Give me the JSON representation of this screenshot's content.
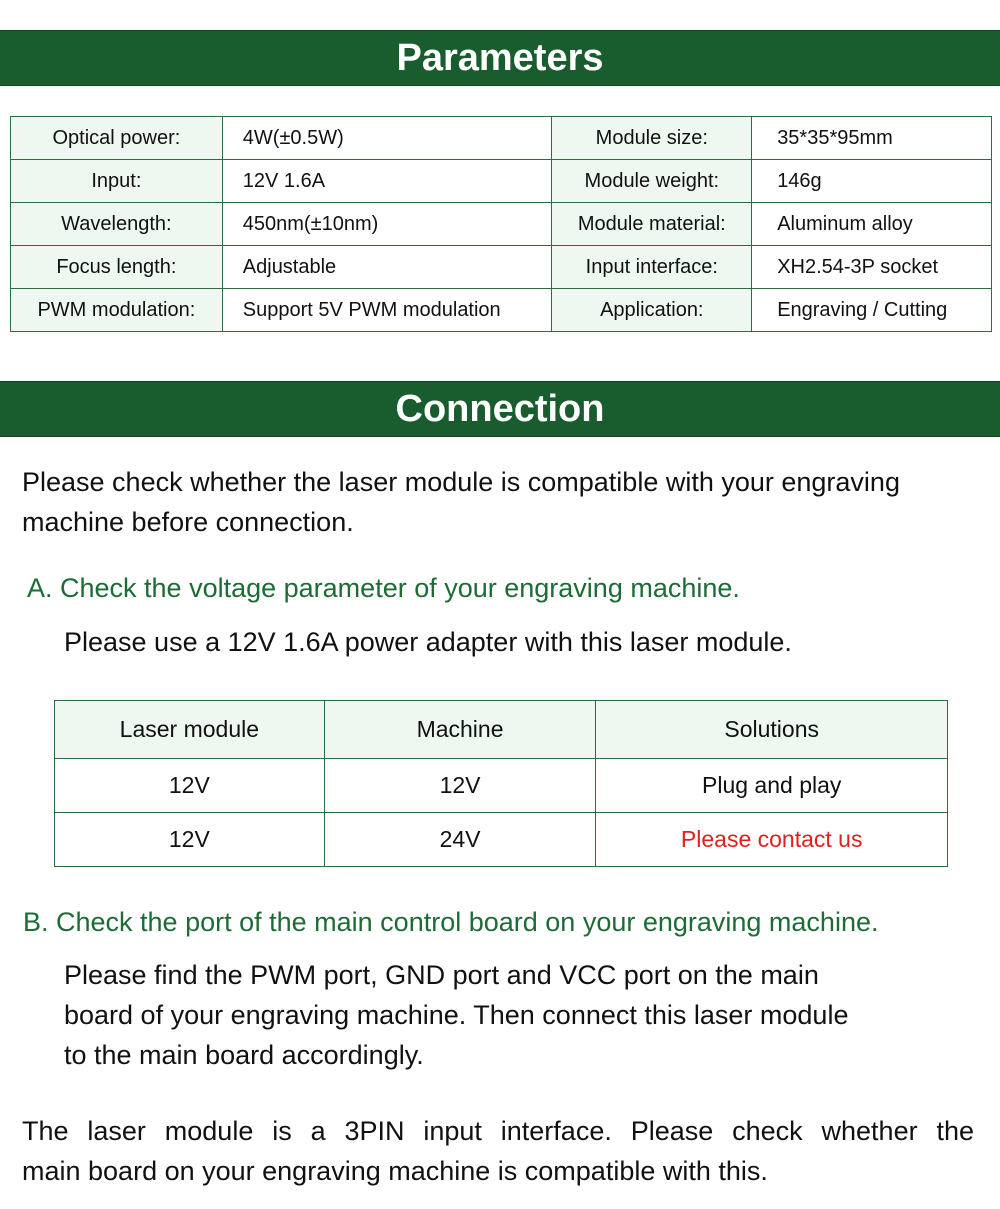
{
  "sections": {
    "parameters_title": "Parameters",
    "connection_title": "Connection"
  },
  "parameters": {
    "rows": [
      {
        "label1": "Optical power:",
        "value1": "4W(±0.5W)",
        "label2": "Module size:",
        "value2": "35*35*95mm"
      },
      {
        "label1": "Input:",
        "value1": "12V 1.6A",
        "label2": "Module weight:",
        "value2": "146g"
      },
      {
        "label1": "Wavelength:",
        "value1": "450nm(±10nm)",
        "label2": "Module material:",
        "value2": "Aluminum alloy"
      },
      {
        "label1": "Focus length:",
        "value1": "Adjustable",
        "label2": "Input interface:",
        "value2": "XH2.54-3P socket"
      },
      {
        "label1": "PWM modulation:",
        "value1": "Support 5V PWM modulation",
        "label2": "Application:",
        "value2": "Engraving / Cutting"
      }
    ]
  },
  "connection": {
    "intro_line1": "Please check whether the laser module is compatible with your engraving",
    "intro_line2": "machine before connection.",
    "step_a": "A. Check the voltage parameter of your engraving machine.",
    "step_a_text": "Please use a 12V 1.6A power adapter with this laser module.",
    "voltage_table": {
      "headers": [
        "Laser module",
        "Machine",
        "Solutions"
      ],
      "rows": [
        [
          "12V",
          "12V",
          "Plug and play"
        ],
        [
          "12V",
          "24V",
          "Please contact us"
        ]
      ],
      "highlight_color": "#e02020"
    },
    "step_b": "B. Check the port of the main control board on your engraving machine.",
    "step_b_line1": "Please find the PWM port, GND port and VCC port on the main",
    "step_b_line2": "board of your engraving machine. Then connect this laser module",
    "step_b_line3": "to the main board accordingly.",
    "footer_line1": "The laser module is a 3PIN input interface. Please check whether the",
    "footer_line2": "main board on your engraving machine is compatible with this."
  },
  "colors": {
    "banner": "#195c2e",
    "heading_green": "#1d6b35",
    "label_bg": "#eef7f0"
  }
}
